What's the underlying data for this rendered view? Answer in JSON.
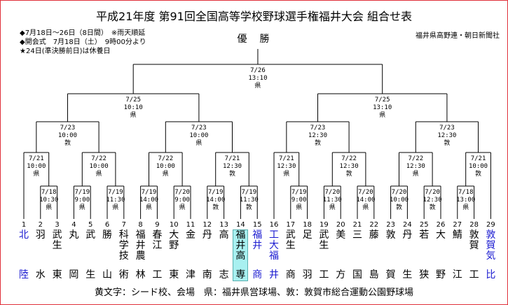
{
  "title": "平成21年度 第91回全国高等学校野球選手権福井大会 組合せ表",
  "info": [
    "◆7月18日～26日（8日間）　※雨天順延",
    "◆開会式　7月18日（土）　9時00分より",
    "★24日(準決勝前日)は休養日"
  ],
  "sponsor": "福井県高野連・朝日新聞社",
  "champion_label": "優　勝",
  "legend": "黄文字：シード校、会場　県：福井県営球場、敦：敦賀市総合運動公園野球場",
  "colors": {
    "frame": "#e0303a",
    "seed": "#1a1ad0",
    "host_bg": "#a8f0f0"
  },
  "final": [
    "7/26",
    "13:10",
    "県"
  ],
  "semis": [
    [
      "7/25",
      "10:10",
      "県"
    ],
    [
      "7/25",
      "13:10",
      "県"
    ]
  ],
  "quarters": [
    [
      "7/23",
      "10:00",
      "敦"
    ],
    [
      "7/23",
      "10:00",
      "県"
    ],
    [
      "7/23",
      "12:30",
      "敦"
    ],
    [
      "7/23",
      "12:30",
      "敦"
    ]
  ],
  "round3": [
    [
      "7/21",
      "10:00",
      "県"
    ],
    [
      "7/22",
      "10:00",
      "県"
    ],
    [
      "7/22",
      "10:00",
      "県"
    ],
    [
      "7/21",
      "12:30",
      "敦"
    ],
    [
      "7/21",
      "12:30",
      "県"
    ],
    [
      "7/22",
      "12:30",
      "敦"
    ],
    [
      "7/22",
      "12:30",
      "県"
    ],
    [
      "7/21",
      "10:00",
      "敦"
    ]
  ],
  "round1": [
    [
      "7/18",
      "10:30",
      "県"
    ],
    [
      "7/19",
      "9:00",
      "県"
    ],
    [
      "7/19",
      "11:30",
      "県"
    ],
    [
      "7/19",
      "14:00",
      "県"
    ],
    [
      "7/20",
      "9:00",
      "県"
    ],
    [
      "7/19",
      "14:00",
      "敦"
    ],
    [
      "7/19",
      "11:30",
      "敦"
    ],
    [
      "7/19",
      "9:00",
      "県"
    ],
    [
      "7/20",
      "11:30",
      "県"
    ],
    [
      "7/20",
      "14:00",
      "県"
    ],
    [
      "7/20",
      "10:00",
      "敦"
    ],
    [
      "7/20",
      "12:30",
      "敦"
    ],
    [
      "7/18",
      "13:00",
      "県"
    ]
  ],
  "teams": [
    {
      "num": "1",
      "top": "北",
      "bottom": "陸",
      "seed": true
    },
    {
      "num": "2",
      "top": "羽",
      "bottom": "水"
    },
    {
      "num": "3",
      "top": "武生",
      "bottom": "東"
    },
    {
      "num": "4",
      "top": "丸",
      "bottom": "岡"
    },
    {
      "num": "5",
      "top": "武",
      "bottom": "生"
    },
    {
      "num": "6",
      "top": "勝",
      "bottom": "山"
    },
    {
      "num": "7",
      "top": "科学技",
      "bottom": "術"
    },
    {
      "num": "8",
      "top": "福井農",
      "bottom": "林"
    },
    {
      "num": "9",
      "top": "春江",
      "bottom": "工"
    },
    {
      "num": "10",
      "top": "大野",
      "bottom": "東"
    },
    {
      "num": "11",
      "top": "金",
      "bottom": "津"
    },
    {
      "num": "12",
      "top": "丹",
      "bottom": "南"
    },
    {
      "num": "13",
      "top": "高",
      "bottom": "志"
    },
    {
      "num": "14",
      "top": "福井高",
      "bottom": "専",
      "host": true
    },
    {
      "num": "15",
      "top": "福井",
      "bottom": "商",
      "seed": true
    },
    {
      "num": "16",
      "top": "工大福",
      "bottom": "井",
      "seed": true
    },
    {
      "num": "17",
      "top": "武生",
      "bottom": "商"
    },
    {
      "num": "18",
      "top": "足",
      "bottom": "羽"
    },
    {
      "num": "19",
      "top": "武生",
      "bottom": "工"
    },
    {
      "num": "20",
      "top": "美",
      "bottom": "方"
    },
    {
      "num": "21",
      "top": "三",
      "bottom": "国"
    },
    {
      "num": "22",
      "top": "藤",
      "bottom": "島"
    },
    {
      "num": "23",
      "top": "敦",
      "bottom": "賀"
    },
    {
      "num": "24",
      "top": "丹",
      "bottom": "生"
    },
    {
      "num": "25",
      "top": "若",
      "bottom": "狭"
    },
    {
      "num": "26",
      "top": "大",
      "bottom": "野"
    },
    {
      "num": "27",
      "top": "鯖",
      "bottom": "江"
    },
    {
      "num": "28",
      "top": "敦賀",
      "bottom": "工"
    },
    {
      "num": "29",
      "top": "敦賀気",
      "bottom": "比",
      "seed": true
    }
  ]
}
